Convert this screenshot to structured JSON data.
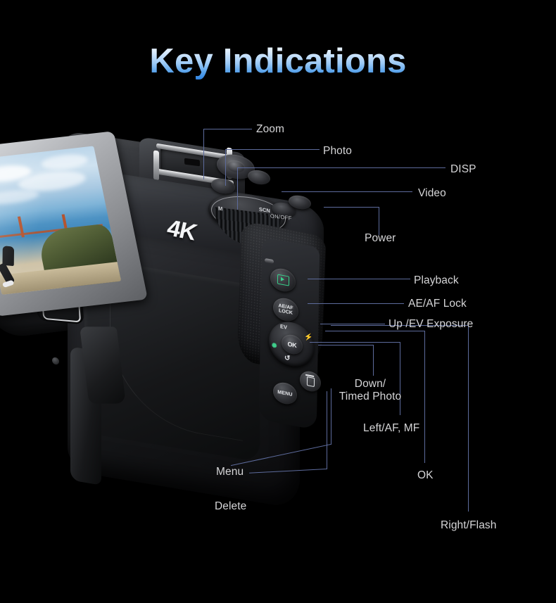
{
  "page": {
    "title": "Key Indications",
    "background_color": "#000000",
    "title_gradient_top": "#f2f8ff",
    "title_gradient_bottom": "#2f84e3",
    "label_color": "#d5d5d7",
    "leader_line_color": "#5d6b9c"
  },
  "product": {
    "badge": "4K",
    "dial_marks": [
      "M",
      "SCN"
    ],
    "power_switch_text": "ON/OFF",
    "pad_center_label": "OK",
    "pad_up_label": "EV",
    "pad_right_icon": "flash-icon",
    "pad_left_icon": "macro-focus-icon",
    "pad_down_icon": "self-timer-icon",
    "aeaf_button_line1": "AE/AF",
    "aeaf_button_line2": "LOCK",
    "menu_button_label": "MENU",
    "playback_button_icon": "playback-icon",
    "delete_button_icon": "trash-icon"
  },
  "callouts": [
    {
      "id": "zoom",
      "label": "Zoom"
    },
    {
      "id": "photo",
      "label": "Photo"
    },
    {
      "id": "disp",
      "label": "DISP"
    },
    {
      "id": "video",
      "label": "Video"
    },
    {
      "id": "power",
      "label": "Power"
    },
    {
      "id": "playback",
      "label": "Playback"
    },
    {
      "id": "aeaf",
      "label": "AE/AF Lock"
    },
    {
      "id": "up_ev",
      "label": "Up /EV Exposure"
    },
    {
      "id": "down_timed",
      "label": "Down/\nTimed Photo"
    },
    {
      "id": "left_af",
      "label": "Left/AF, MF"
    },
    {
      "id": "menu",
      "label": "Menu"
    },
    {
      "id": "delete",
      "label": "Delete"
    },
    {
      "id": "ok",
      "label": "OK"
    },
    {
      "id": "right_flash",
      "label": "Right/Flash"
    }
  ]
}
